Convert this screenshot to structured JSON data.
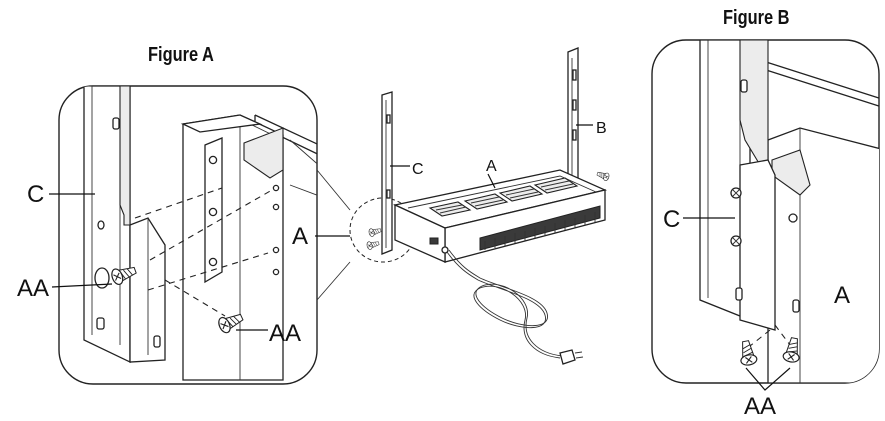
{
  "figure_a": {
    "title": "Figure A",
    "labels": {
      "c": "C",
      "aa_1": "AA",
      "aa_2": "AA",
      "a": "A"
    }
  },
  "main_view": {
    "labels": {
      "a": "A",
      "b": "B",
      "c": "C"
    }
  },
  "figure_b": {
    "title": "Figure B",
    "labels": {
      "c": "C",
      "a": "A",
      "aa": "AA"
    }
  }
}
